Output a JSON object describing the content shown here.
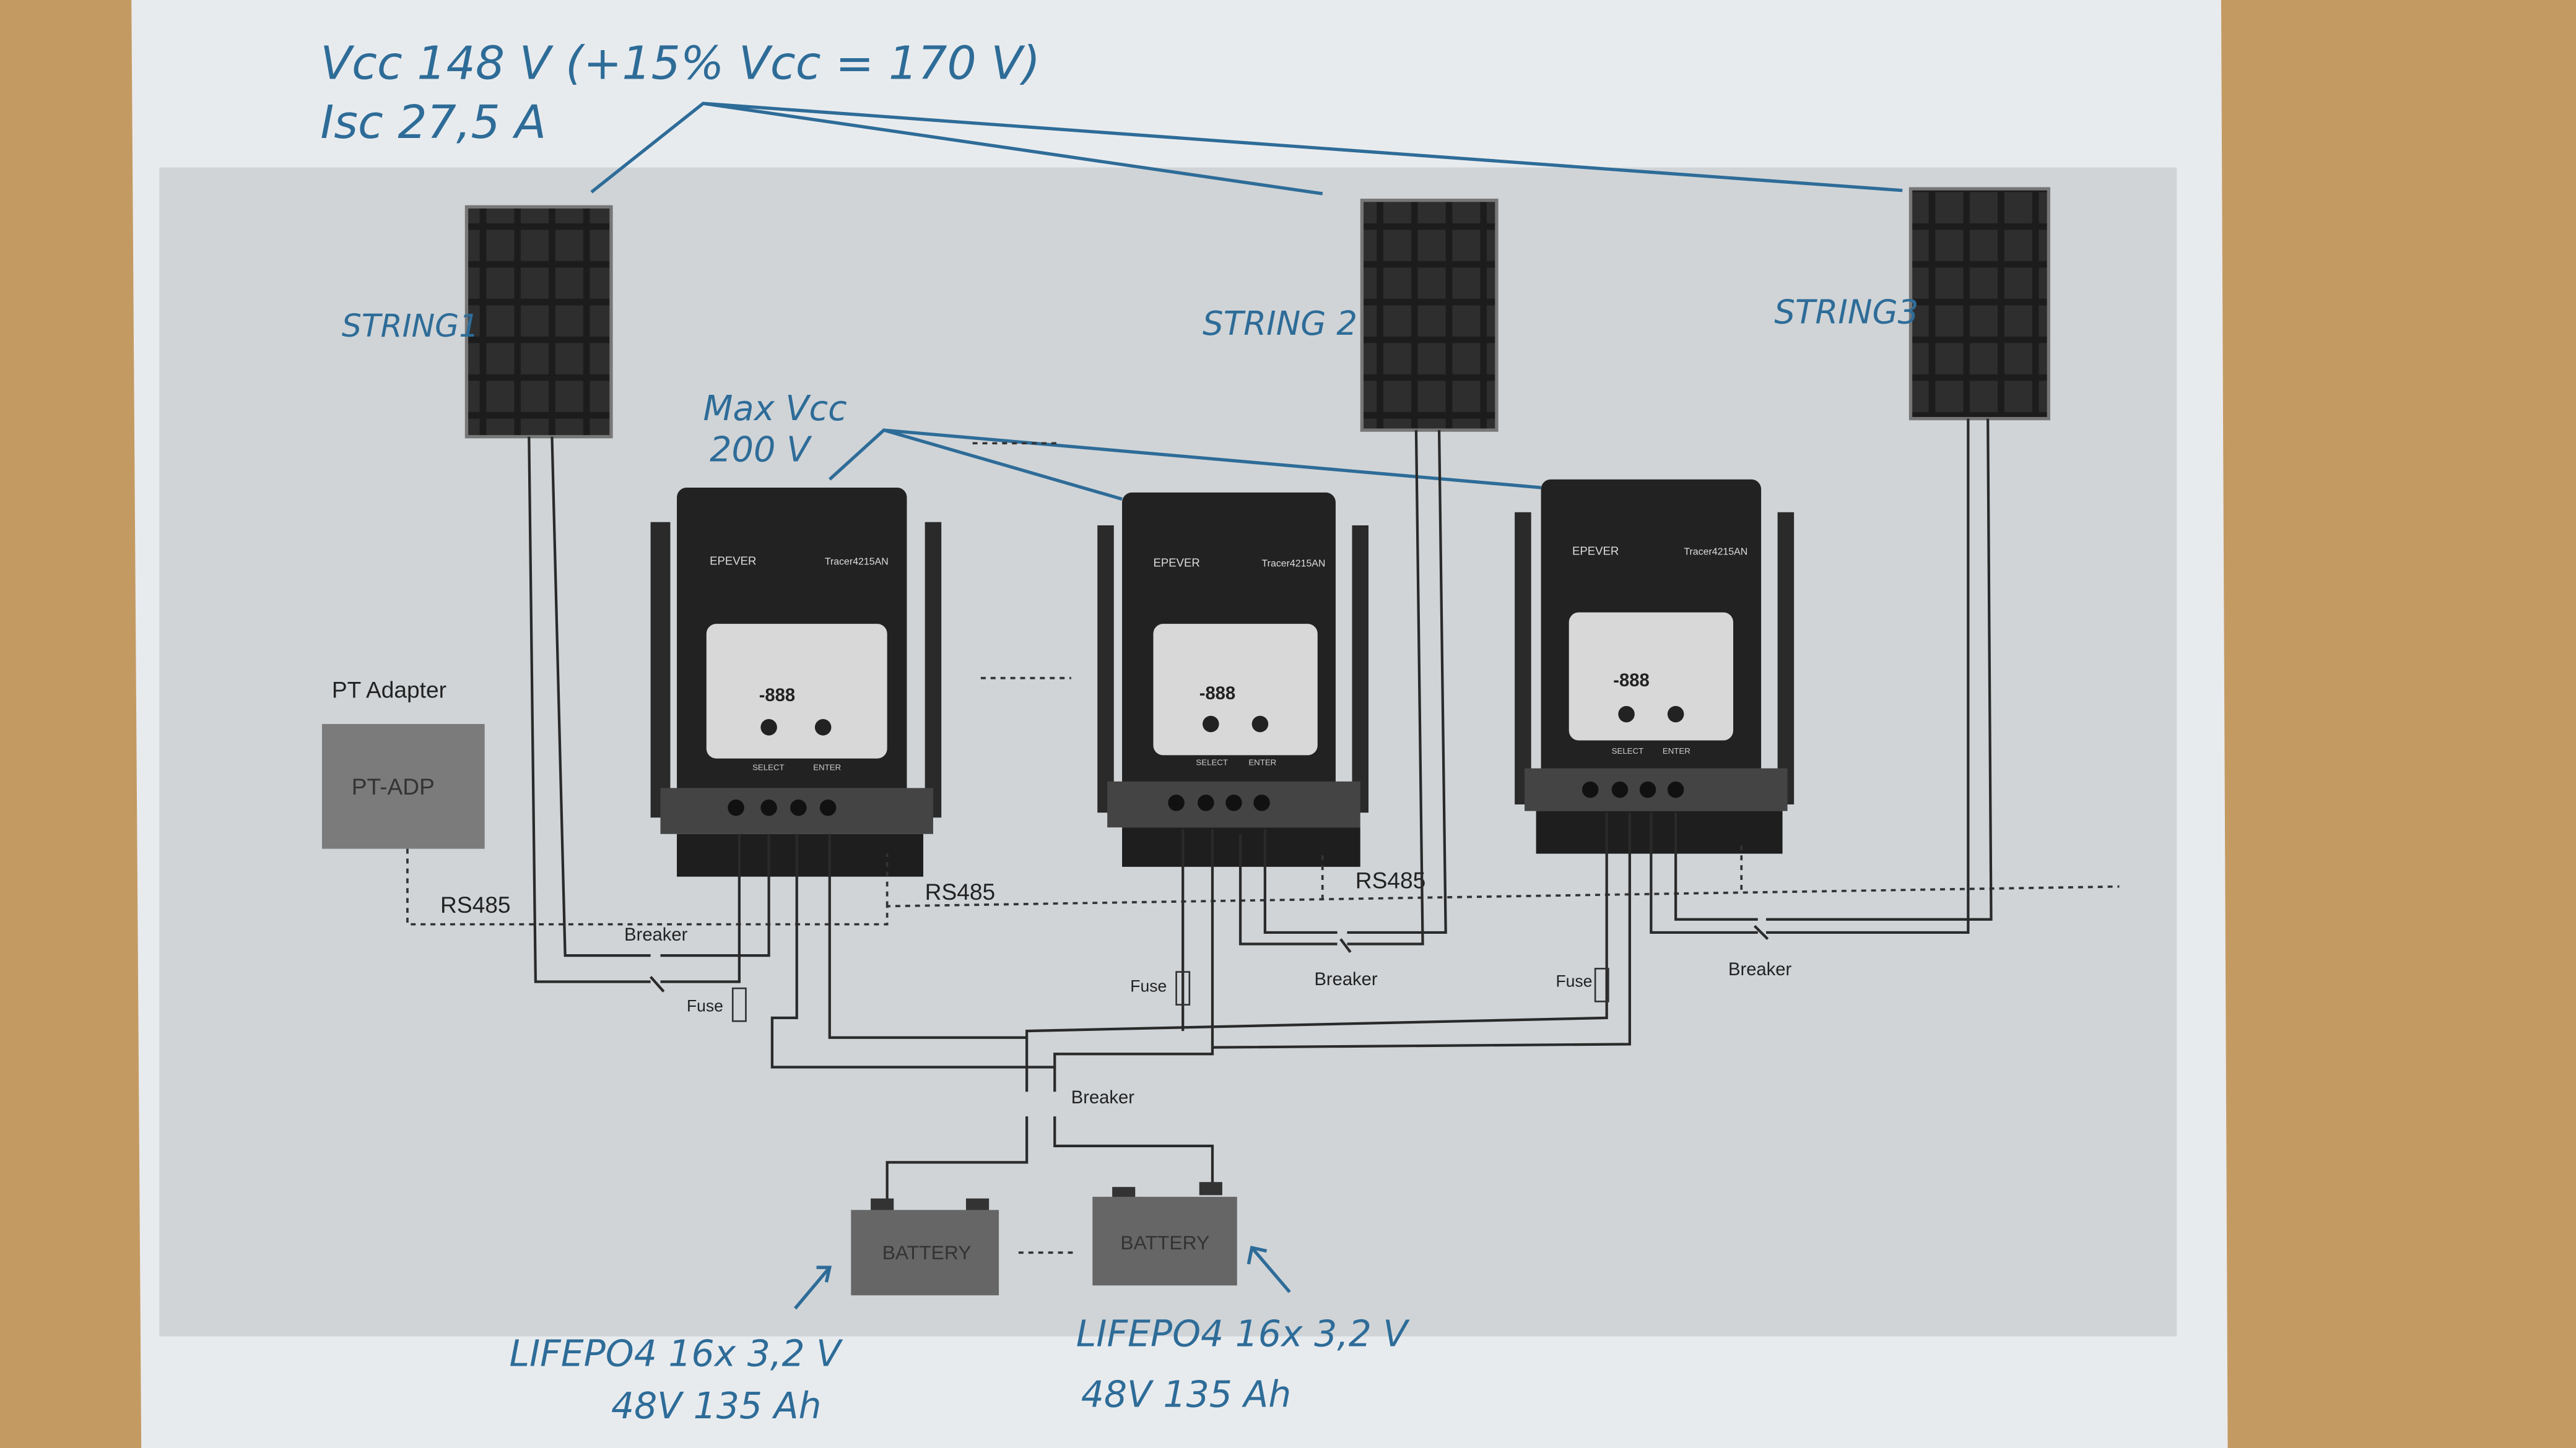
{
  "annotations": {
    "string_specs_line1": "Vcc 148 V (+15% Vcc = 170 V)",
    "string_specs_line2": "Isc 27,5 A",
    "max_vcc_line1": "Max Vcc",
    "max_vcc_line2": "200 V",
    "battery1_line1": "LIFEPO4  16x 3,2 V",
    "battery1_line2": "48V  135 Ah",
    "battery2_line1": "LIFEPO4  16x 3,2 V",
    "battery2_line2": "48V  135 Ah"
  },
  "strings": [
    {
      "label": "STRING1"
    },
    {
      "label": "STRING 2"
    },
    {
      "label": "STRING3"
    }
  ],
  "controllers": [
    {
      "brand": "EPEVER",
      "model": "Tracer4215AN",
      "display": "-888",
      "select": "SELECT",
      "enter": "ENTER"
    },
    {
      "brand": "EPEVER",
      "model": "Tracer4215AN",
      "display": "-888",
      "select": "SELECT",
      "enter": "ENTER"
    },
    {
      "brand": "EPEVER",
      "model": "Tracer4215AN",
      "display": "-888",
      "select": "SELECT",
      "enter": "ENTER"
    }
  ],
  "pt_adapter": {
    "label": "PT Adapter",
    "box_text": "PT-ADP"
  },
  "rs485": [
    "RS485",
    "RS485",
    "RS485"
  ],
  "breakers": [
    "Breaker",
    "Breaker",
    "Breaker",
    "Breaker"
  ],
  "fuses": [
    "Fuse",
    "Fuse",
    "Fuse"
  ],
  "batteries": [
    {
      "label": "BATTERY"
    },
    {
      "label": "BATTERY"
    }
  ],
  "colors": {
    "ink": "#2e6c98",
    "paper": "#e6e9ec",
    "print_bg": "#cfd3d6",
    "desk": "#c49a63"
  }
}
